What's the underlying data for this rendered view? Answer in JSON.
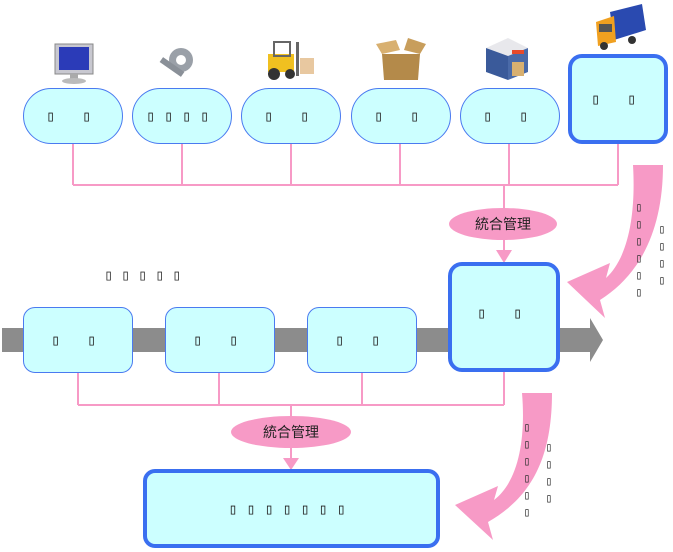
{
  "top_row": {
    "nodes": [
      {
        "id": "pc",
        "label": "▯ ▯",
        "icon": "computer-monitor-icon"
      },
      {
        "id": "settings",
        "label": "▯▯▯▯",
        "icon": "gear-wrench-icon"
      },
      {
        "id": "forklift",
        "label": "▯ ▯",
        "icon": "forklift-icon"
      },
      {
        "id": "box",
        "label": "▯ ▯",
        "icon": "cardboard-box-icon"
      },
      {
        "id": "warehouse",
        "label": "▯ ▯",
        "icon": "warehouse-icon"
      },
      {
        "id": "truck",
        "label": "▯ ▯",
        "icon": "delivery-truck-icon"
      }
    ],
    "bubble": "統合管理"
  },
  "middle_row": {
    "note": "▯▯▯▯▯",
    "nodes": [
      {
        "id": "m1",
        "label": "▯ ▯"
      },
      {
        "id": "m2",
        "label": "▯ ▯"
      },
      {
        "id": "m3",
        "label": "▯ ▯"
      },
      {
        "id": "m4",
        "label": "▯ ▯"
      }
    ],
    "bubble": "統合管理"
  },
  "bottom": {
    "label": "▯▯▯▯▯▯▯"
  },
  "side_notes": {
    "upper": {
      "col1": "▯▯▯▯▯▯",
      "col2": "▯▯▯▯"
    },
    "lower": {
      "col1": "▯▯▯▯▯▯",
      "col2": "▯▯▯▯"
    }
  },
  "colors": {
    "node_fill": "#ccffff",
    "node_border": "#4a7af0",
    "connector": "#f79ac6",
    "flow_arrow": "#8c8c8c"
  }
}
